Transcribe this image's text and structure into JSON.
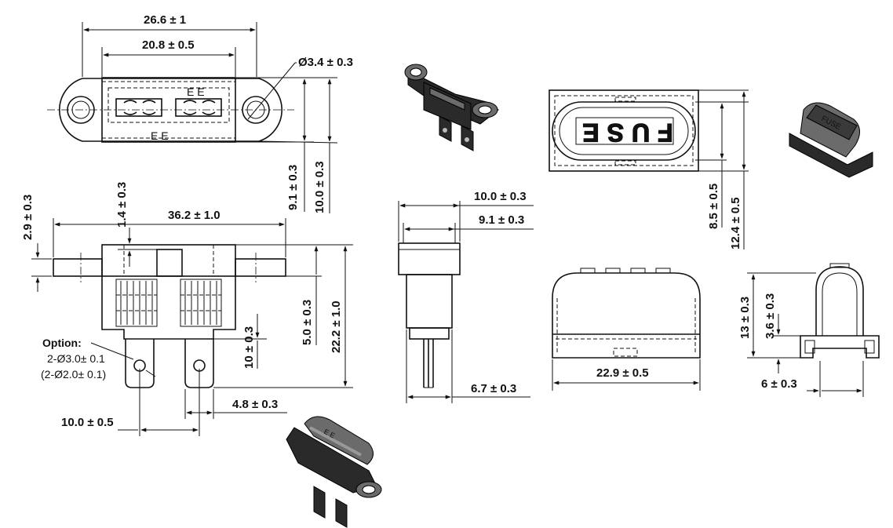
{
  "dimensions": {
    "top_overall_width": "26.6 ± 1",
    "top_inner_width": "20.8 ± 0.5",
    "hole_diameter": "Ø3.4 ± 0.3",
    "top_height_a": "9.1 ± 0.3",
    "top_height_b": "10.0 ± 0.3",
    "flange_thickness": "2.9 ± 0.3",
    "step_height": "1.4 ± 0.3",
    "front_overall_width": "36.2 ± 1.0",
    "front_body_height": "5.0 ± 0.3",
    "front_overall_height": "22.2 ± 1.0",
    "terminal_length": "10 ± 0.3",
    "terminal_pitch": "10.0 ± 0.5",
    "terminal_width": "4.8 ± 0.3",
    "side_width_a": "10.0 ± 0.3",
    "side_width_b": "9.1 ± 0.3",
    "side_terminal": "6.7 ± 0.3",
    "cover_height_a": "8.5 ± 0.5",
    "cover_height_b": "12.4 ± 0.5",
    "cover_length": "22.9 ± 0.5",
    "cover_height_c": "13 ± 0.3",
    "cover_step": "3.6 ± 0.3",
    "cover_base": "6 ± 0.3"
  },
  "option_note": {
    "title": "Option:",
    "line1": "2-Ø3.0± 0.1",
    "line2": "(2-Ø2.0± 0.1)"
  },
  "cover_label": "FUSE",
  "holder_marking": "E E"
}
